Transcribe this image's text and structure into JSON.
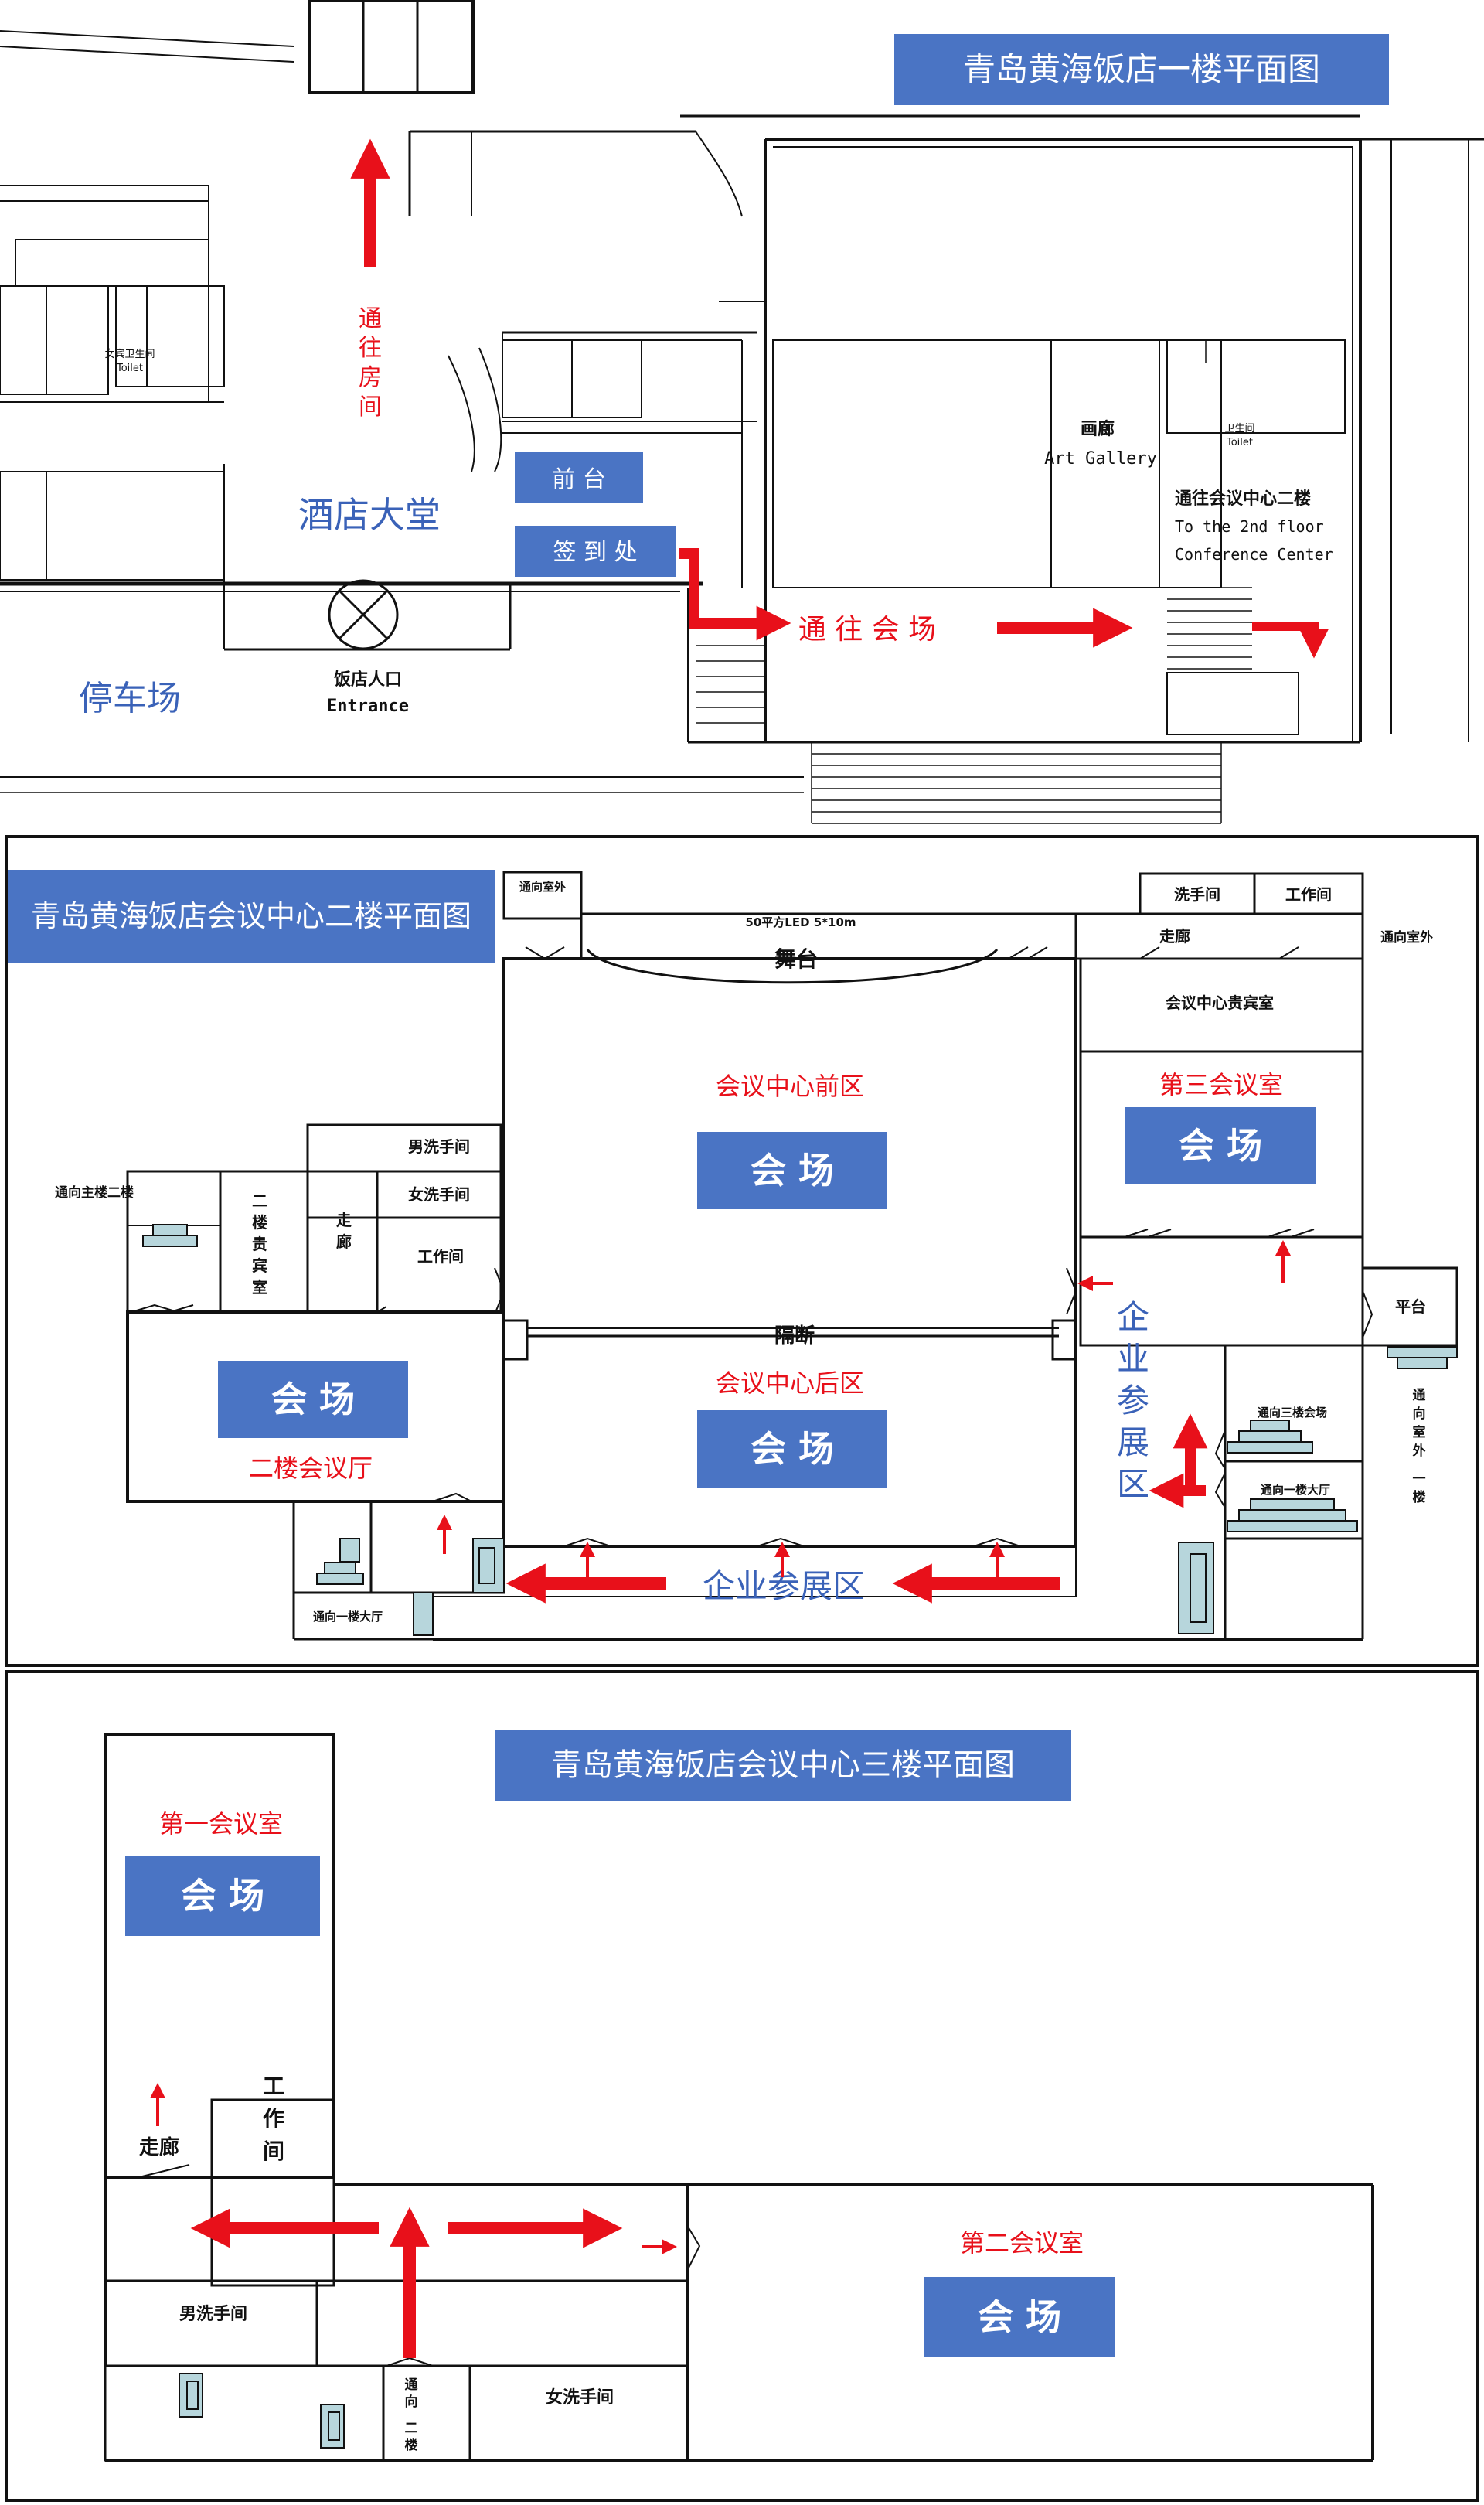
{
  "colors": {
    "wall": "#111111",
    "accent_red": "#e8101a",
    "title_blue": "#4a74c4",
    "label_blue": "#3a62b8",
    "fixture": "#b7d6dc"
  },
  "floor1": {
    "title": "青岛黄海饭店一楼平面图",
    "lobby": "酒店大堂",
    "parking": "停车场",
    "front_desk": "前  台",
    "checkin": "签  到  处",
    "to_rooms": [
      "通",
      "往",
      "房",
      "间"
    ],
    "to_venue": "通 往 会 场",
    "entrance_cn": "饭店人口",
    "entrance_en": "Entrance",
    "toilet_cn": "女宾卫生间",
    "toilet_en": "Toilet",
    "gallery_cn": "画廊",
    "gallery_en": "Art Gallery",
    "toilet2_cn": "卫生间",
    "toilet2_en": "Toilet",
    "conf_cn": "通往会议中心二楼",
    "conf_en_1": "To the 2nd floor",
    "conf_en_2": "Conference Center"
  },
  "floor2": {
    "title": "青岛黄海饭店会议中心二楼平面图",
    "to_outside_left": "通向室外",
    "led": "50平方LED  5*10m",
    "stage": "舞台",
    "washroom": "洗手间",
    "workroom": "工作间",
    "corridor": "走廊",
    "to_outside_right": "通向室外",
    "vip_room": "会议中心贵宾室",
    "front_zone": "会议中心前区",
    "third_room": "第三会议室",
    "venue": "会  场",
    "mens": "男洗手间",
    "womens": "女洗手间",
    "to_main_2f": "通向主楼二楼",
    "vip2_chars": [
      "二",
      "楼",
      "贵",
      "宾",
      "室"
    ],
    "corridor_v": [
      "走",
      "廊"
    ],
    "workroom2": "工作间",
    "partition": "隔断",
    "platform": "平台",
    "rear_zone": "会议中心后区",
    "expo_v": [
      "企",
      "业",
      "参",
      "展",
      "区"
    ],
    "expo_h": "企业参展区",
    "hall_2f": "二楼会议厅",
    "to_3f": "通向三楼会场",
    "to_1f_hall_right": "通向一楼大厅",
    "to_outside_1f": [
      "通",
      "向",
      "室",
      "外",
      "一",
      "楼"
    ],
    "to_1f_hall_left": "通向一楼大厅"
  },
  "floor3": {
    "title": "青岛黄海饭店会议中心三楼平面图",
    "first_room": "第一会议室",
    "second_room": "第二会议室",
    "venue": "会  场",
    "corridor": "走廊",
    "workroom_v": [
      "工",
      "作",
      "间"
    ],
    "mens": "男洗手间",
    "womens": "女洗手间",
    "to_2f": [
      "通",
      "向",
      "二",
      "楼"
    ]
  }
}
